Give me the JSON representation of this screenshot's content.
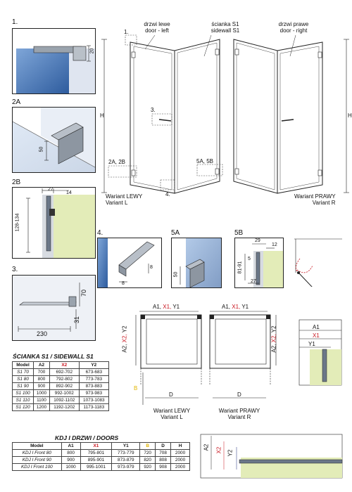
{
  "details": {
    "d1": "1.",
    "d2a": "2A",
    "d2b": "2B",
    "d3": "3.",
    "d4": "4.",
    "d5a": "5A",
    "d5b": "5B"
  },
  "dims": {
    "d1_20": "20",
    "d2a_50": "50",
    "d2b_27": "27",
    "d2b_14": "14",
    "d2b_range": "128-134",
    "d3_70": "70",
    "d3_31": "31",
    "d3_230": "230",
    "d4_8a": "8",
    "d4_8b": "8",
    "d5a_50": "50",
    "d5b_29": "29",
    "d5b_12": "12",
    "d5b_5": "5",
    "d5b_range": "81-91",
    "d5b_27": "27"
  },
  "main": {
    "door_left_pl": "drzwi lewe",
    "door_left_en": "door - left",
    "sidewall_pl": "ścianka S1",
    "sidewall_en": "sidewall S1",
    "door_right_pl": "drzwi prawe",
    "door_right_en": "door - right",
    "h_left": "H",
    "h_right": "H",
    "c1": "1.",
    "c3": "3.",
    "c4": "4.",
    "c2a2b": "2A, 2B",
    "c5a5b": "5A, 5B",
    "var_left_pl": "Wariant LEWY",
    "var_left_en": "Variant L",
    "var_right_pl": "Wariant PRAWY",
    "var_right_en": "Variant R"
  },
  "plan": {
    "left_top_a1": "A1,",
    "left_top_x1": "X1,",
    "left_top_y1": "Y1",
    "right_top_a1": "A1,",
    "right_top_x1": "X1,",
    "right_top_y1": "Y1",
    "left_a2": "A2,",
    "left_x2": "X2,",
    "left_y2": "Y2",
    "right_a2": "A2,",
    "right_x2": "X2,",
    "right_y2": "Y2",
    "left_b": "B",
    "left_d": "D",
    "right_d": "D",
    "left_var_pl": "Wariant LEWY",
    "left_var_en": "Variant L",
    "right_var_pl": "Wariant PRAWY",
    "right_var_en": "Variant R",
    "det_a1": "A1",
    "det_x1": "X1",
    "det_y1": "Y1",
    "bot_a2": "A2",
    "bot_x2": "X2",
    "bot_y2": "Y2"
  },
  "sidewall_table": {
    "title": "ŚCIANKA S1 / SIDEWALL S1",
    "headers": [
      "Model",
      "A2",
      "X2",
      "Y2"
    ],
    "rows": [
      [
        "S1 70",
        "700",
        "692-702",
        "673-683"
      ],
      [
        "S1 80",
        "800",
        "792-802",
        "773-783"
      ],
      [
        "S1 90",
        "900",
        "892-902",
        "873-883"
      ],
      [
        "S1 100",
        "1000",
        "992-1002",
        "973-983"
      ],
      [
        "S1 110",
        "1100",
        "1092-1102",
        "1073-1083"
      ],
      [
        "S1 120",
        "1200",
        "1192-1202",
        "1173-1183"
      ]
    ]
  },
  "doors_table": {
    "title": "KDJ I DRZWI / DOORS",
    "headers": [
      "Model",
      "A1",
      "X1",
      "Y1",
      "B",
      "D",
      "H"
    ],
    "rows": [
      [
        "KDJ I Front 80",
        "800",
        "795-801",
        "773-779",
        "720",
        "708",
        "2000"
      ],
      [
        "KDJ I Front 90",
        "900",
        "895-901",
        "873-879",
        "820",
        "808",
        "2000"
      ],
      [
        "KDJ I Front 100",
        "1000",
        "995-1001",
        "973-979",
        "920",
        "908",
        "2000"
      ]
    ]
  },
  "colors": {
    "glass": "#3b6fb3",
    "wall": "#e3ecb8",
    "red": "#c8141e",
    "yellow": "#e0b400",
    "navy": "#1e2f7a"
  }
}
